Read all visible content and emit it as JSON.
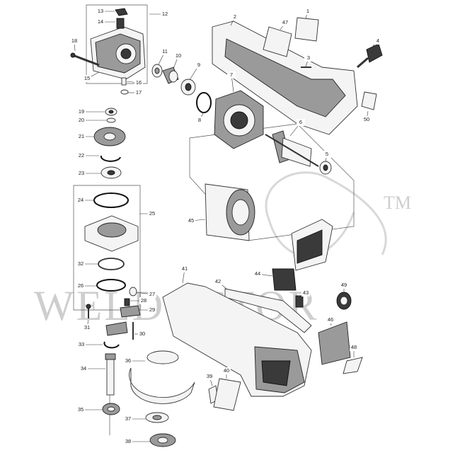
{
  "watermark": {
    "text": "WELDOCTOR",
    "trademark": "TM"
  },
  "callouts": [
    {
      "id": "c1",
      "label": "1"
    },
    {
      "id": "c2",
      "label": "2"
    },
    {
      "id": "c3",
      "label": "3"
    },
    {
      "id": "c4",
      "label": "4"
    },
    {
      "id": "c5",
      "label": "5"
    },
    {
      "id": "c6",
      "label": "6"
    },
    {
      "id": "c7",
      "label": "7"
    },
    {
      "id": "c8",
      "label": "8"
    },
    {
      "id": "c9",
      "label": "9"
    },
    {
      "id": "c10",
      "label": "10"
    },
    {
      "id": "c11",
      "label": "11"
    },
    {
      "id": "c12",
      "label": "12"
    },
    {
      "id": "c13",
      "label": "13"
    },
    {
      "id": "c14",
      "label": "14"
    },
    {
      "id": "c15",
      "label": "15"
    },
    {
      "id": "c16",
      "label": "16"
    },
    {
      "id": "c17",
      "label": "17"
    },
    {
      "id": "c18",
      "label": "18"
    },
    {
      "id": "c19",
      "label": "19"
    },
    {
      "id": "c20",
      "label": "20"
    },
    {
      "id": "c21",
      "label": "21"
    },
    {
      "id": "c22",
      "label": "22"
    },
    {
      "id": "c23",
      "label": "23"
    },
    {
      "id": "c24",
      "label": "24"
    },
    {
      "id": "c25",
      "label": "25"
    },
    {
      "id": "c26",
      "label": "26"
    },
    {
      "id": "c27",
      "label": "27"
    },
    {
      "id": "c28",
      "label": "28"
    },
    {
      "id": "c29",
      "label": "29"
    },
    {
      "id": "c30",
      "label": "30"
    },
    {
      "id": "c31",
      "label": "31"
    },
    {
      "id": "c32",
      "label": "32"
    },
    {
      "id": "c33",
      "label": "33"
    },
    {
      "id": "c34",
      "label": "34"
    },
    {
      "id": "c35",
      "label": "35"
    },
    {
      "id": "c36",
      "label": "36"
    },
    {
      "id": "c37",
      "label": "37"
    },
    {
      "id": "c38",
      "label": "38"
    },
    {
      "id": "c39",
      "label": "39"
    },
    {
      "id": "c40",
      "label": "40"
    },
    {
      "id": "c41",
      "label": "41"
    },
    {
      "id": "c42",
      "label": "42"
    },
    {
      "id": "c43",
      "label": "43"
    },
    {
      "id": "c44",
      "label": "44"
    },
    {
      "id": "c45",
      "label": "45"
    },
    {
      "id": "c46",
      "label": "46"
    },
    {
      "id": "c47",
      "label": "47"
    },
    {
      "id": "c48",
      "label": "48"
    },
    {
      "id": "c49",
      "label": "49"
    },
    {
      "id": "c50",
      "label": "50"
    }
  ]
}
